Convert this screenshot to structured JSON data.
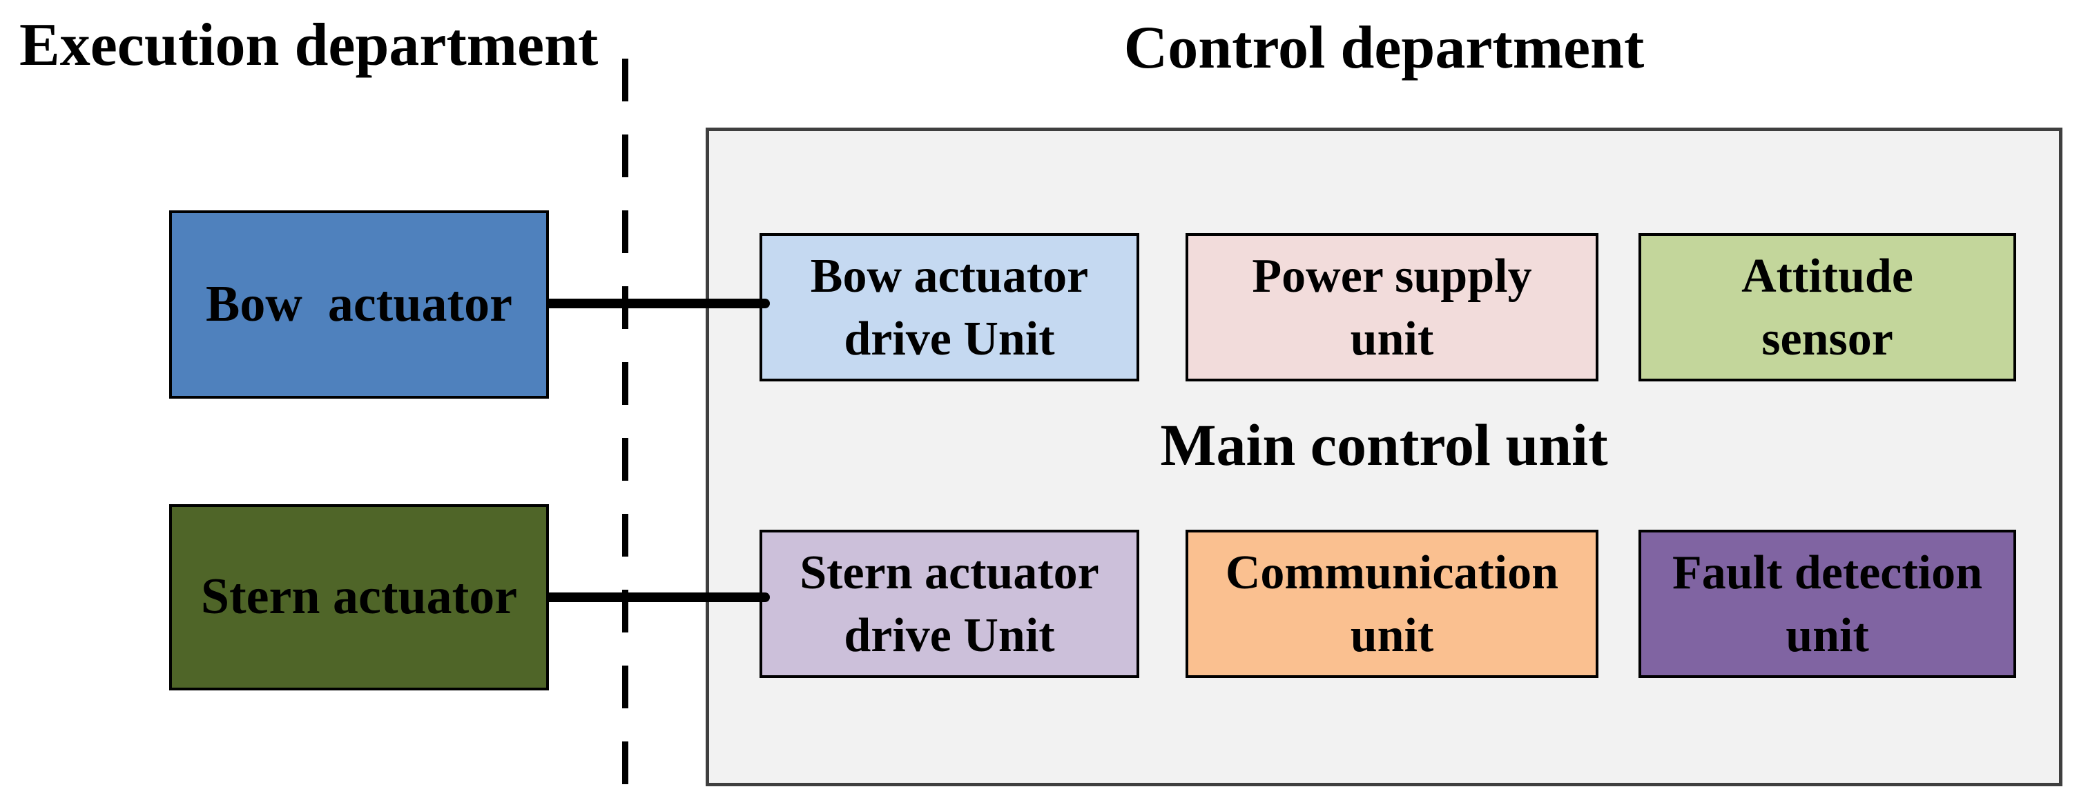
{
  "execution_department": {
    "title": "Execution department",
    "boxes": [
      {
        "id": "bow-actuator",
        "label": "Bow  actuator",
        "fill": "#4F81BD"
      },
      {
        "id": "stern-actuator",
        "label": "Stern actuator",
        "fill": "#4F6528"
      }
    ]
  },
  "control_department": {
    "title": "Control department",
    "main_unit_label": "Main control unit",
    "container_fill": "#F2F2F2",
    "container_border": "#3F3F3F",
    "boxes": [
      {
        "id": "bow-actuator-drive-unit",
        "label": "Bow actuator\ndrive Unit",
        "fill": "#C5D9F1",
        "row": 1,
        "col": 1
      },
      {
        "id": "power-supply-unit",
        "label": "Power supply\nunit",
        "fill": "#F2DCDB",
        "row": 1,
        "col": 2
      },
      {
        "id": "attitude-sensor",
        "label": "Attitude\nsensor",
        "fill": "#C3D69B",
        "row": 1,
        "col": 3
      },
      {
        "id": "stern-actuator-drive-unit",
        "label": "Stern actuator\ndrive Unit",
        "fill": "#CCC0DA",
        "row": 2,
        "col": 1
      },
      {
        "id": "communication-unit",
        "label": "Communication\nunit",
        "fill": "#FAC090",
        "row": 2,
        "col": 2
      },
      {
        "id": "fault-detection-unit",
        "label": "Fault detection\nunit",
        "fill": "#8064A2",
        "row": 2,
        "col": 3
      }
    ]
  },
  "connections": [
    {
      "from": "bow-actuator",
      "to": "bow-actuator-drive-unit"
    },
    {
      "from": "stern-actuator",
      "to": "stern-actuator-drive-unit"
    }
  ],
  "colors": {
    "background": "#FFFFFF",
    "text": "#000000",
    "connector_line": "#000000",
    "divider_line": "#000000",
    "box_border": "#000000"
  }
}
